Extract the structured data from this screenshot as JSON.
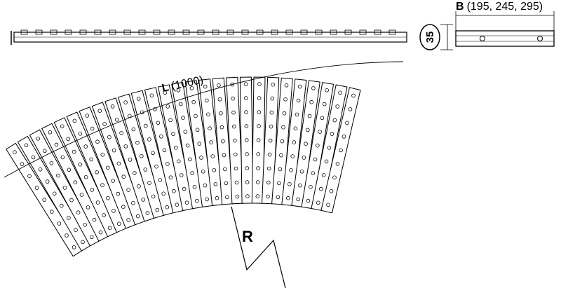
{
  "labels": {
    "length_letter": "L",
    "length_value": "(1000)",
    "width_letter": "B",
    "width_value": "(195, 245, 295)",
    "height_value": "35",
    "radius_letter": "R"
  },
  "slat_count": 27,
  "holes_per_slat": 9
}
